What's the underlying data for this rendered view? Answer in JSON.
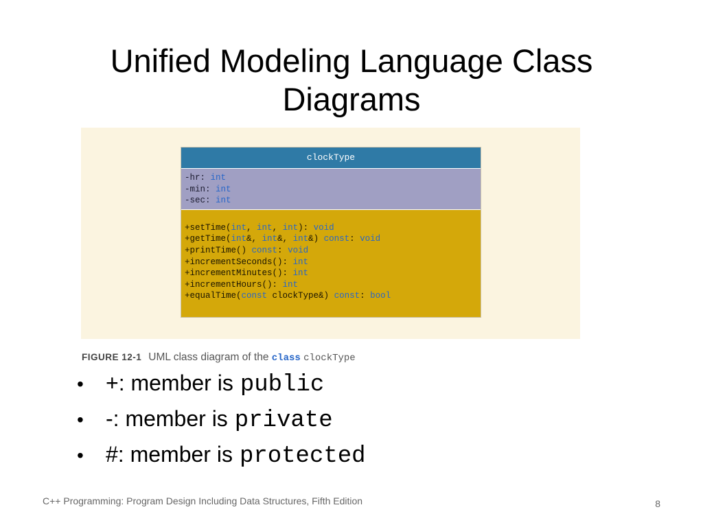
{
  "slide": {
    "title_line1": "Unified Modeling Language Class",
    "title_line2": "Diagrams"
  },
  "uml": {
    "class_name": "clockType",
    "attributes": [
      [
        {
          "t": "-hr: ",
          "k": false
        },
        {
          "t": "int",
          "k": true
        }
      ],
      [
        {
          "t": "-min: ",
          "k": false
        },
        {
          "t": "int",
          "k": true
        }
      ],
      [
        {
          "t": "-sec: ",
          "k": false
        },
        {
          "t": "int",
          "k": true
        }
      ]
    ],
    "methods": [
      [
        {
          "t": "+setTime(",
          "k": false
        },
        {
          "t": "int",
          "k": true
        },
        {
          "t": ", ",
          "k": false
        },
        {
          "t": "int",
          "k": true
        },
        {
          "t": ", ",
          "k": false
        },
        {
          "t": "int",
          "k": true
        },
        {
          "t": "): ",
          "k": false
        },
        {
          "t": "void",
          "k": true
        }
      ],
      [
        {
          "t": "+getTime(",
          "k": false
        },
        {
          "t": "int",
          "k": true
        },
        {
          "t": "&, ",
          "k": false
        },
        {
          "t": "int",
          "k": true
        },
        {
          "t": "&, ",
          "k": false
        },
        {
          "t": "int",
          "k": true
        },
        {
          "t": "&) ",
          "k": false
        },
        {
          "t": "const",
          "k": true
        },
        {
          "t": ": ",
          "k": false
        },
        {
          "t": "void",
          "k": true
        }
      ],
      [
        {
          "t": "+printTime() ",
          "k": false
        },
        {
          "t": "const",
          "k": true
        },
        {
          "t": ": ",
          "k": false
        },
        {
          "t": "void",
          "k": true
        }
      ],
      [
        {
          "t": "+incrementSeconds(): ",
          "k": false
        },
        {
          "t": "int",
          "k": true
        }
      ],
      [
        {
          "t": "+incrementMinutes(): ",
          "k": false
        },
        {
          "t": "int",
          "k": true
        }
      ],
      [
        {
          "t": "+incrementHours(): ",
          "k": false
        },
        {
          "t": "int",
          "k": true
        }
      ],
      [
        {
          "t": "+equalTime(",
          "k": false
        },
        {
          "t": "const",
          "k": true
        },
        {
          "t": " clockType&) ",
          "k": false
        },
        {
          "t": "const",
          "k": true
        },
        {
          "t": ": ",
          "k": false
        },
        {
          "t": "bool",
          "k": true
        }
      ]
    ],
    "colors": {
      "header": "#2f7aa6",
      "attributes": "#a09fc3",
      "methods": "#d4a80a",
      "keyword": "#2766c8"
    }
  },
  "caption": {
    "label": "FIGURE 12-1",
    "text": "UML class diagram of the",
    "keyword": "class",
    "code": "clockType"
  },
  "bullets": [
    {
      "text": "+: member is",
      "code": "public"
    },
    {
      "text": "-: member is",
      "code": "private"
    },
    {
      "text": "#: member is",
      "code": "protected"
    }
  ],
  "footer": {
    "text": "C++ Programming: Program Design Including Data Structures, Fifth Edition",
    "page_number": "8"
  }
}
